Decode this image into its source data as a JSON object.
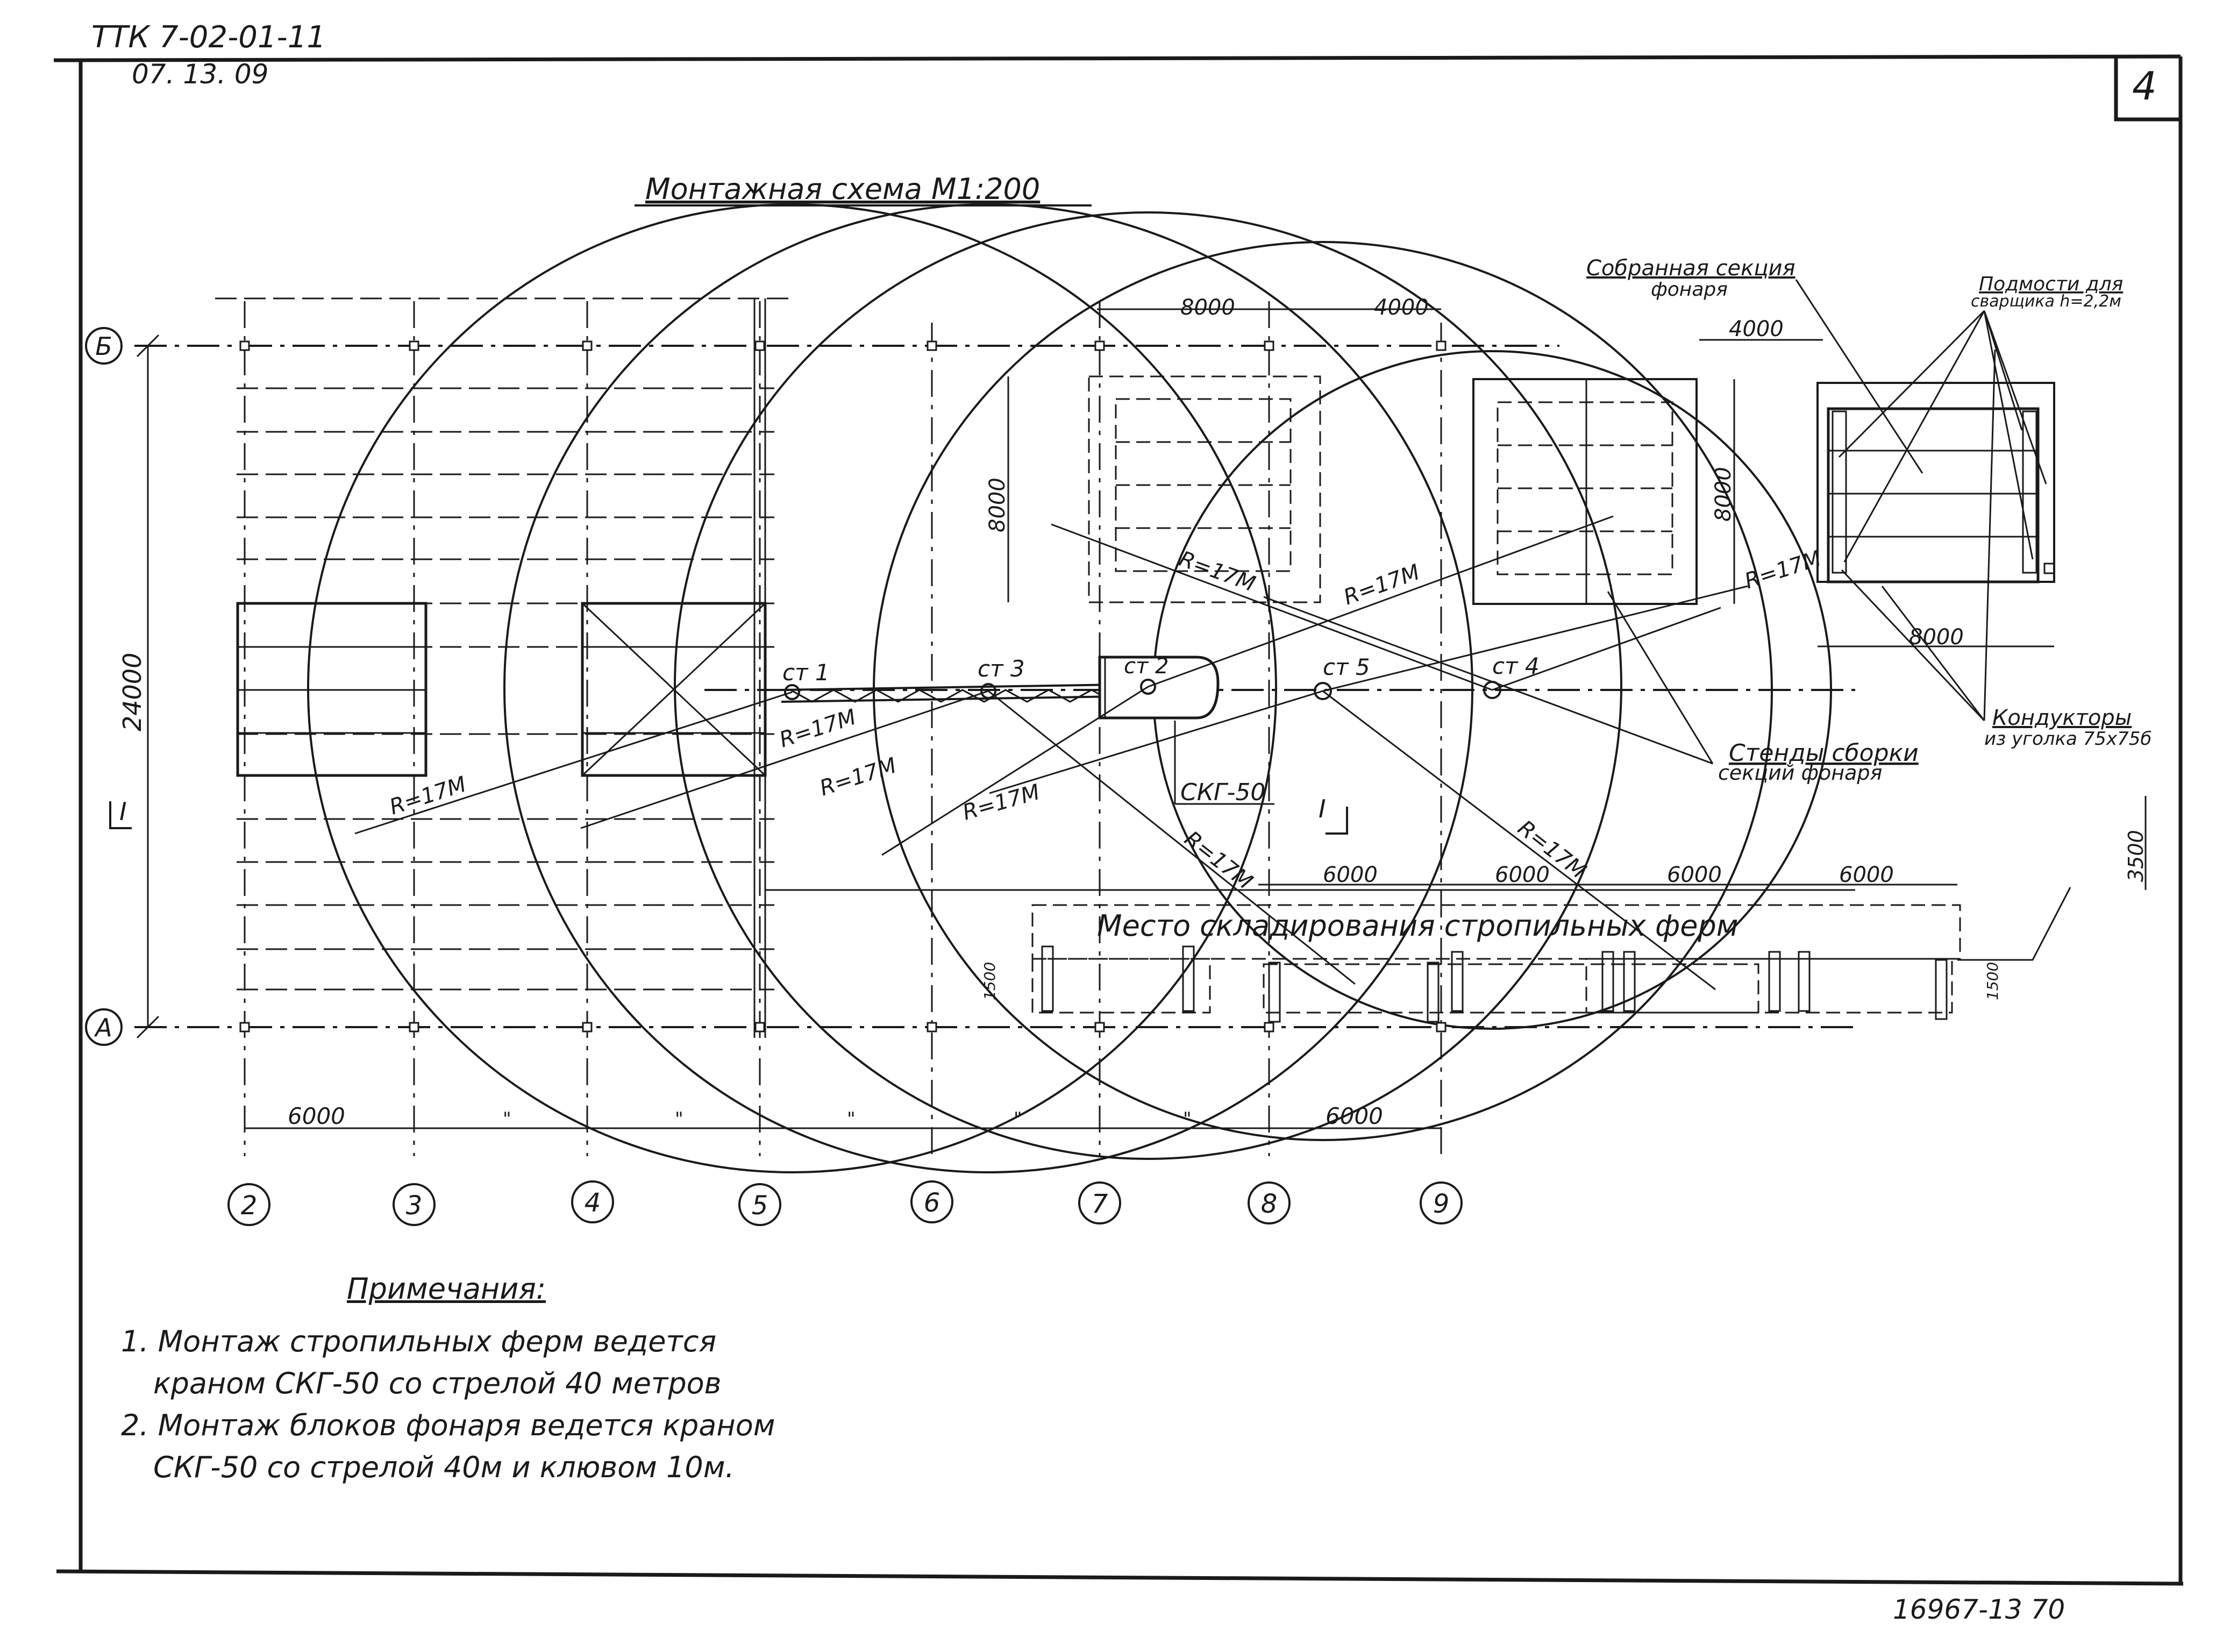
{
  "doc_code": "ТТК 7-02-01-11",
  "doc_date": "07. 13. 09",
  "sheet_number": "4",
  "archive_number": "16967-13 70",
  "scheme_title": "Монтажная схема М1:200",
  "axes": {
    "rows": [
      "Б",
      "А"
    ],
    "columns": [
      "2",
      "3",
      "4",
      "5",
      "6",
      "7",
      "8",
      "9"
    ]
  },
  "dimensions": {
    "building_span": "24000",
    "column_step": "6000",
    "ditto_mark": "\"",
    "top_8000": "8000",
    "top_4000": "4000",
    "stand_8000_a": "8000",
    "stand_8000_b": "8000",
    "right_4000": "4000",
    "right_8000": "8000",
    "storage_6000": "6000",
    "storage_3500": "3500",
    "storage_1500": "1500"
  },
  "stations": [
    "ст 1",
    "ст 2",
    "ст 3",
    "ст 4",
    "ст 5"
  ],
  "radius_label": "R=17М",
  "crane_label": "СКГ-50",
  "section_mark": "I",
  "labels": {
    "assembled_section": [
      "Собранная секция",
      "фонаря"
    ],
    "scaffolds": [
      "Подмости для",
      "сварщика h=2,2м"
    ],
    "stands": [
      "Стенды сборки",
      "секций фонаря"
    ],
    "conductors": [
      "Кондукторы",
      "из уголка 75х75б"
    ],
    "storage": "Место складирования стропильных ферм"
  },
  "notes": {
    "heading": "Примечания:",
    "items": [
      [
        "1. Монтаж стропильных ферм ведется",
        "краном СКГ-50 со стрелой 40 метров"
      ],
      [
        "2. Монтаж блоков фонаря ведется краном",
        "СКГ-50 со стрелой 40м и клювом 10м."
      ]
    ]
  }
}
